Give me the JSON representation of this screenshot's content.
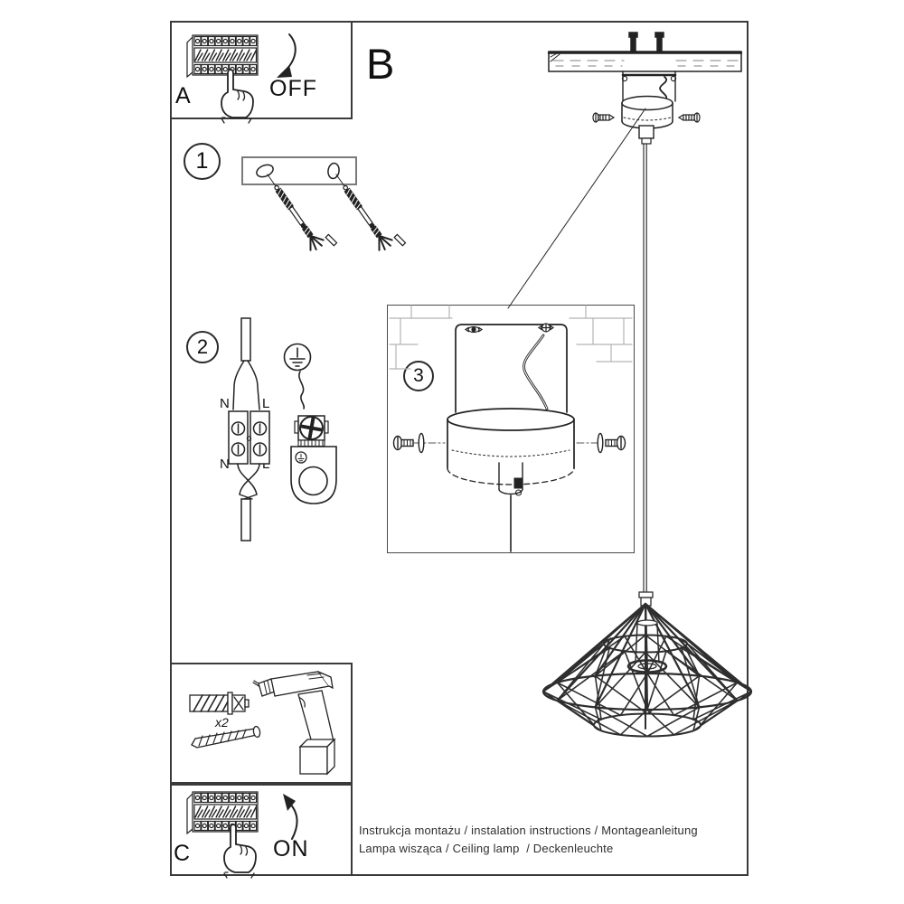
{
  "labels": {
    "panel_a": "A",
    "panel_b": "B",
    "panel_c": "C",
    "power_off": "OFF",
    "power_on": "ON",
    "step_1": "1",
    "step_2": "2",
    "step_3": "3",
    "wire_neutral_top": "N",
    "wire_live_top": "L",
    "wire_neutral_bottom": "N",
    "wire_live_bottom": "L",
    "anchor_quantity": "x2"
  },
  "footer": {
    "line1": "Instrukcja montażu / instalation instructions / Montageanleitung",
    "line2": "Lampa wisząca / Ceiling lamp  / Deckenleuchte"
  },
  "colors": {
    "line": "#222222",
    "light_line": "#b3b3b3",
    "bracket_gray": "#7a7a7a"
  }
}
